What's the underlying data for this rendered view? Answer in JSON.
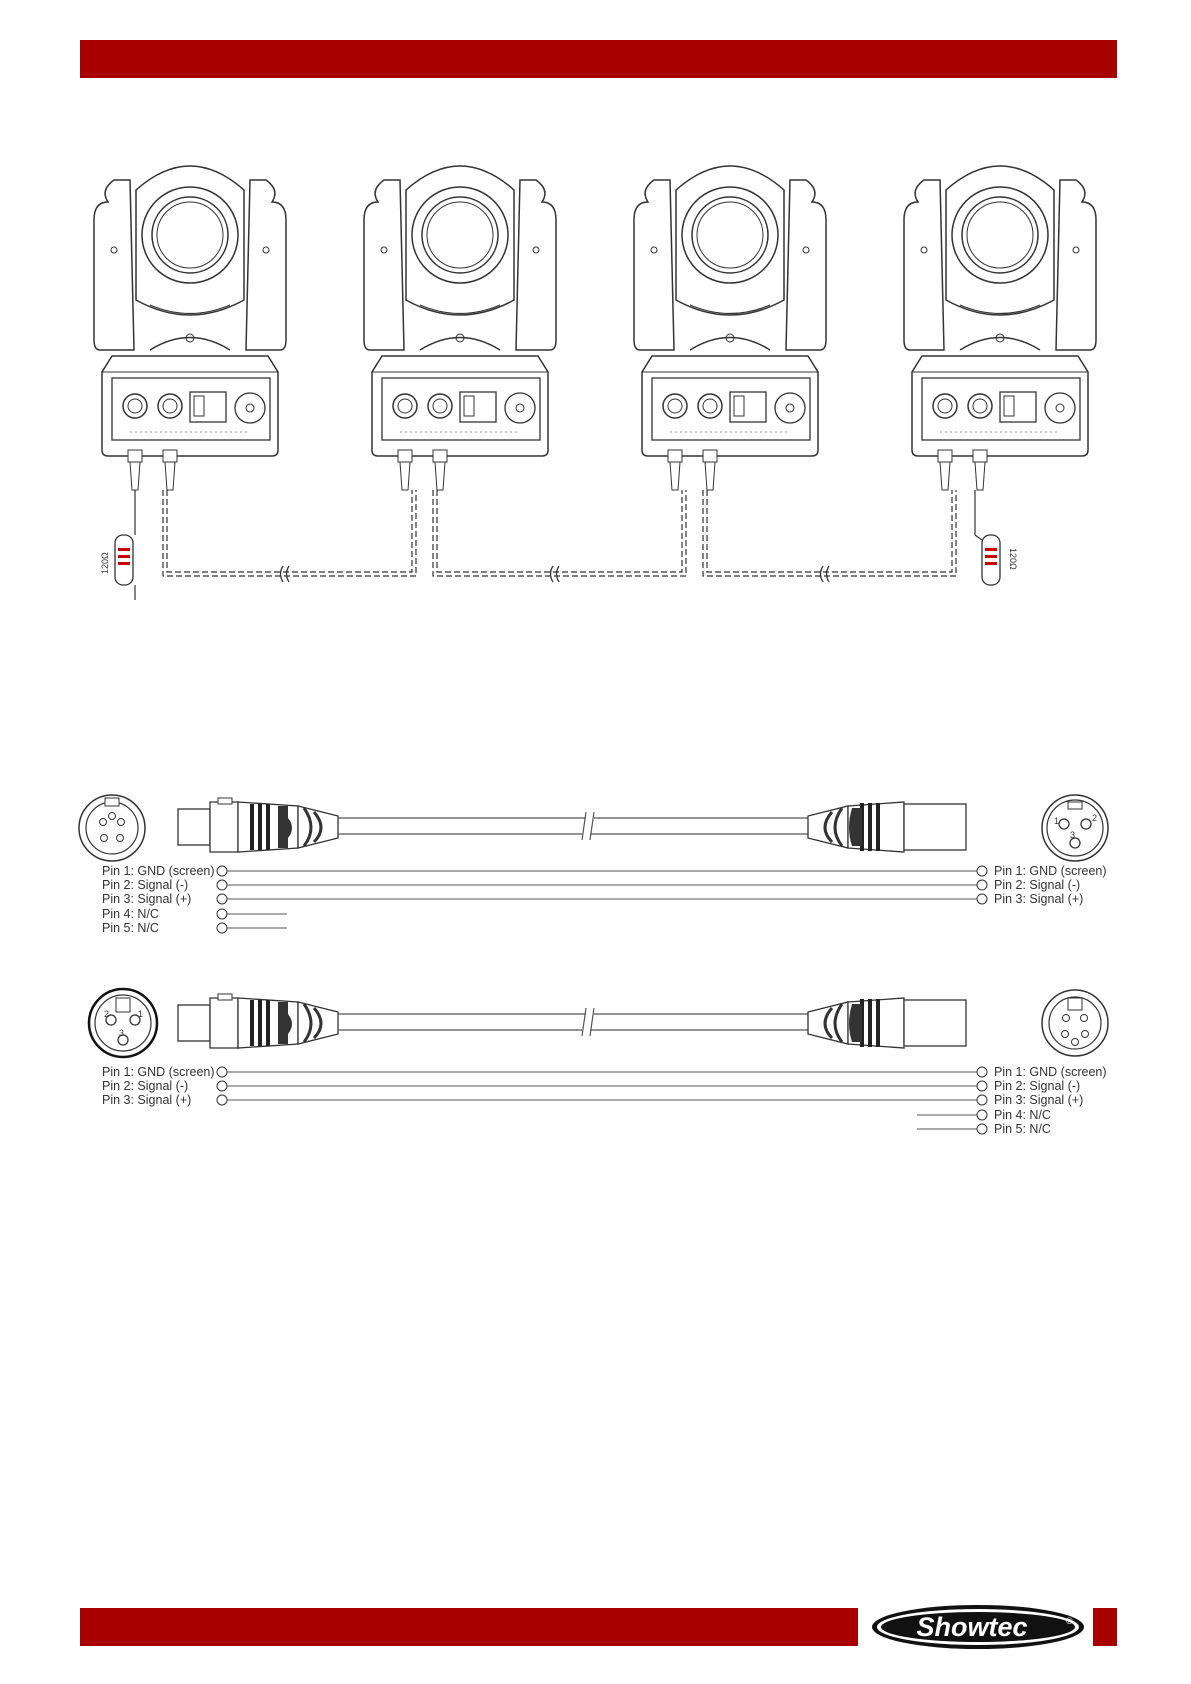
{
  "header": {
    "accent_color": "#a80000"
  },
  "diagram": {
    "fixture_count": 4,
    "terminator_left": "120Ω",
    "terminator_right": "120Ω"
  },
  "cables": [
    {
      "left_pins": [
        "Pin 1: GND (screen)",
        "Pin 2: Signal (-)",
        "Pin 3: Signal (+)",
        "Pin 4: N/C",
        "Pin 5: N/C"
      ],
      "right_pins": [
        "Pin 1: GND (screen)",
        "Pin 2: Signal (-)",
        "Pin 3: Signal (+)"
      ],
      "left_socket_numbers": [],
      "right_socket_numbers": [
        "1",
        "2",
        "3"
      ]
    },
    {
      "left_pins": [
        "Pin 1: GND (screen)",
        "Pin 2: Signal (-)",
        "Pin 3: Signal (+)"
      ],
      "right_pins": [
        "Pin 1: GND (screen)",
        "Pin 2: Signal (-)",
        "Pin 3: Signal (+)",
        "Pin 4: N/C",
        "Pin 5: N/C"
      ],
      "left_socket_numbers": [
        "2",
        "1",
        "3"
      ],
      "right_socket_numbers": []
    }
  ],
  "footer": {
    "logo_text": "Showtec",
    "logo_mark": "®"
  }
}
